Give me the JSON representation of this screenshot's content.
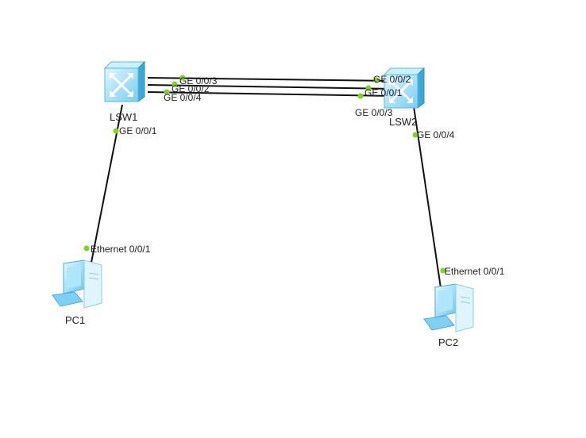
{
  "devices": {
    "lsw1": {
      "label": "LSW1"
    },
    "lsw2": {
      "label": "LSW2"
    },
    "pc1": {
      "label": "PC1"
    },
    "pc2": {
      "label": "PC2"
    }
  },
  "ports": {
    "lsw1_ge003": "GE 0/0/3",
    "lsw1_ge002": "GE 0/0/2",
    "lsw1_ge004": "GE 0/0/4",
    "lsw1_ge001": "GE 0/0/1",
    "lsw2_ge002": "GE 0/0/2",
    "lsw2_ge001": "GE 0/0/1",
    "lsw2_ge003": "GE 0/0/3",
    "lsw2_ge004": "GE 0/0/4",
    "pc1_eth001": "Ethernet 0/0/1",
    "pc2_eth001": "Ethernet 0/0/1"
  },
  "colors": {
    "link": "#111111",
    "port_dot": "#7ed321",
    "device_light": "#bfeeff",
    "device_mid": "#7fd0f2",
    "device_dark": "#3fa8d8"
  }
}
